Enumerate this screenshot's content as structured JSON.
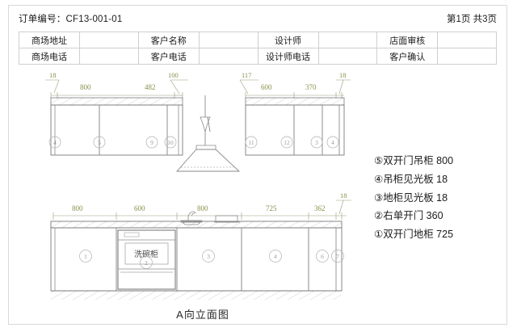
{
  "header": {
    "order_label": "订单编号：CF13-001-01",
    "page_label": "第1页 共3页"
  },
  "info_table": {
    "rows": [
      [
        {
          "label": "商场地址",
          "value": ""
        },
        {
          "label": "客户名称",
          "value": ""
        },
        {
          "label": "设计师",
          "value": ""
        },
        {
          "label": "店面审核",
          "value": ""
        }
      ],
      [
        {
          "label": "商场电话",
          "value": ""
        },
        {
          "label": "客户电话",
          "value": ""
        },
        {
          "label": "设计师电话",
          "value": ""
        },
        {
          "label": "客户确认",
          "value": ""
        }
      ]
    ]
  },
  "drawing": {
    "view_title": "A向立面图",
    "cabinet_label": "洗碗柜",
    "upper_dims_left": [
      "18",
      "800",
      "482",
      "100"
    ],
    "upper_dims_right": [
      "117",
      "600",
      "370",
      "18"
    ],
    "lower_dims": [
      "800",
      "600",
      "800",
      "725",
      "362",
      "18"
    ],
    "upper_callouts_left": [
      "4",
      "5",
      "9",
      "10"
    ],
    "upper_callouts_right": [
      "11",
      "12",
      "3",
      "4"
    ],
    "lower_callouts": [
      "1",
      "2",
      "3",
      "4",
      "6",
      "7"
    ],
    "dim_color": "#8a8f4a",
    "line_color": "#6f6f6f",
    "hatch_color": "#b5b5b5"
  },
  "legend": {
    "items": [
      "⑤双开门吊柜 800",
      "④吊柜见光板 18",
      "③地柜见光板 18",
      "②右单开门 360",
      "①双开门地柜 725"
    ]
  }
}
